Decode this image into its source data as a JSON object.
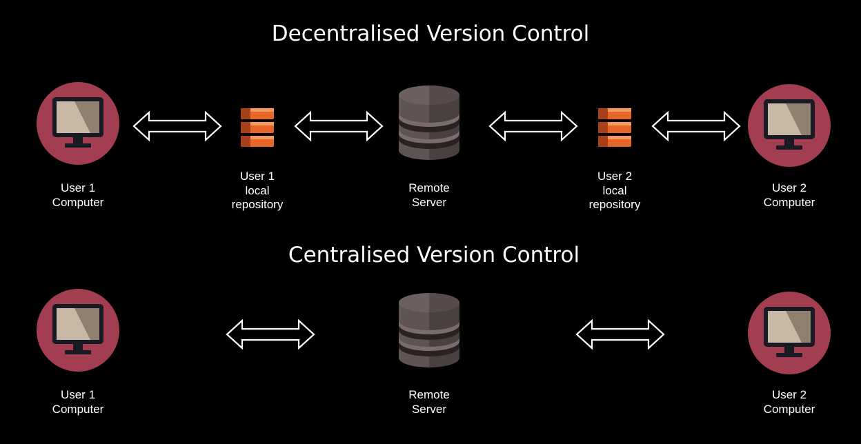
{
  "colors": {
    "background": "#000000",
    "computer_circle": "#a23e50",
    "server": "#5a4e4e",
    "local_repo": "#e6662a",
    "text": "#ffffff"
  },
  "decentralised": {
    "title": "Decentralised Version Control",
    "user1_computer": {
      "icon": "computer-icon",
      "label_line1": "User 1",
      "label_line2": "Computer"
    },
    "user1_repo": {
      "icon": "local-repository-icon",
      "label_line1": "User 1",
      "label_line2": "local",
      "label_line3": "repository"
    },
    "remote_server": {
      "icon": "server-database-icon",
      "label_line1": "Remote",
      "label_line2": "Server"
    },
    "user2_repo": {
      "icon": "local-repository-icon",
      "label_line1": "User 2",
      "label_line2": "local",
      "label_line3": "repository"
    },
    "user2_computer": {
      "icon": "computer-icon",
      "label_line1": "User 2",
      "label_line2": "Computer"
    }
  },
  "centralised": {
    "title": "Centralised Version Control",
    "user1_computer": {
      "icon": "computer-icon",
      "label_line1": "User 1",
      "label_line2": "Computer"
    },
    "remote_server": {
      "icon": "server-database-icon",
      "label_line1": "Remote",
      "label_line2": "Server"
    },
    "user2_computer": {
      "icon": "computer-icon",
      "label_line1": "User 2",
      "label_line2": "Computer"
    }
  }
}
